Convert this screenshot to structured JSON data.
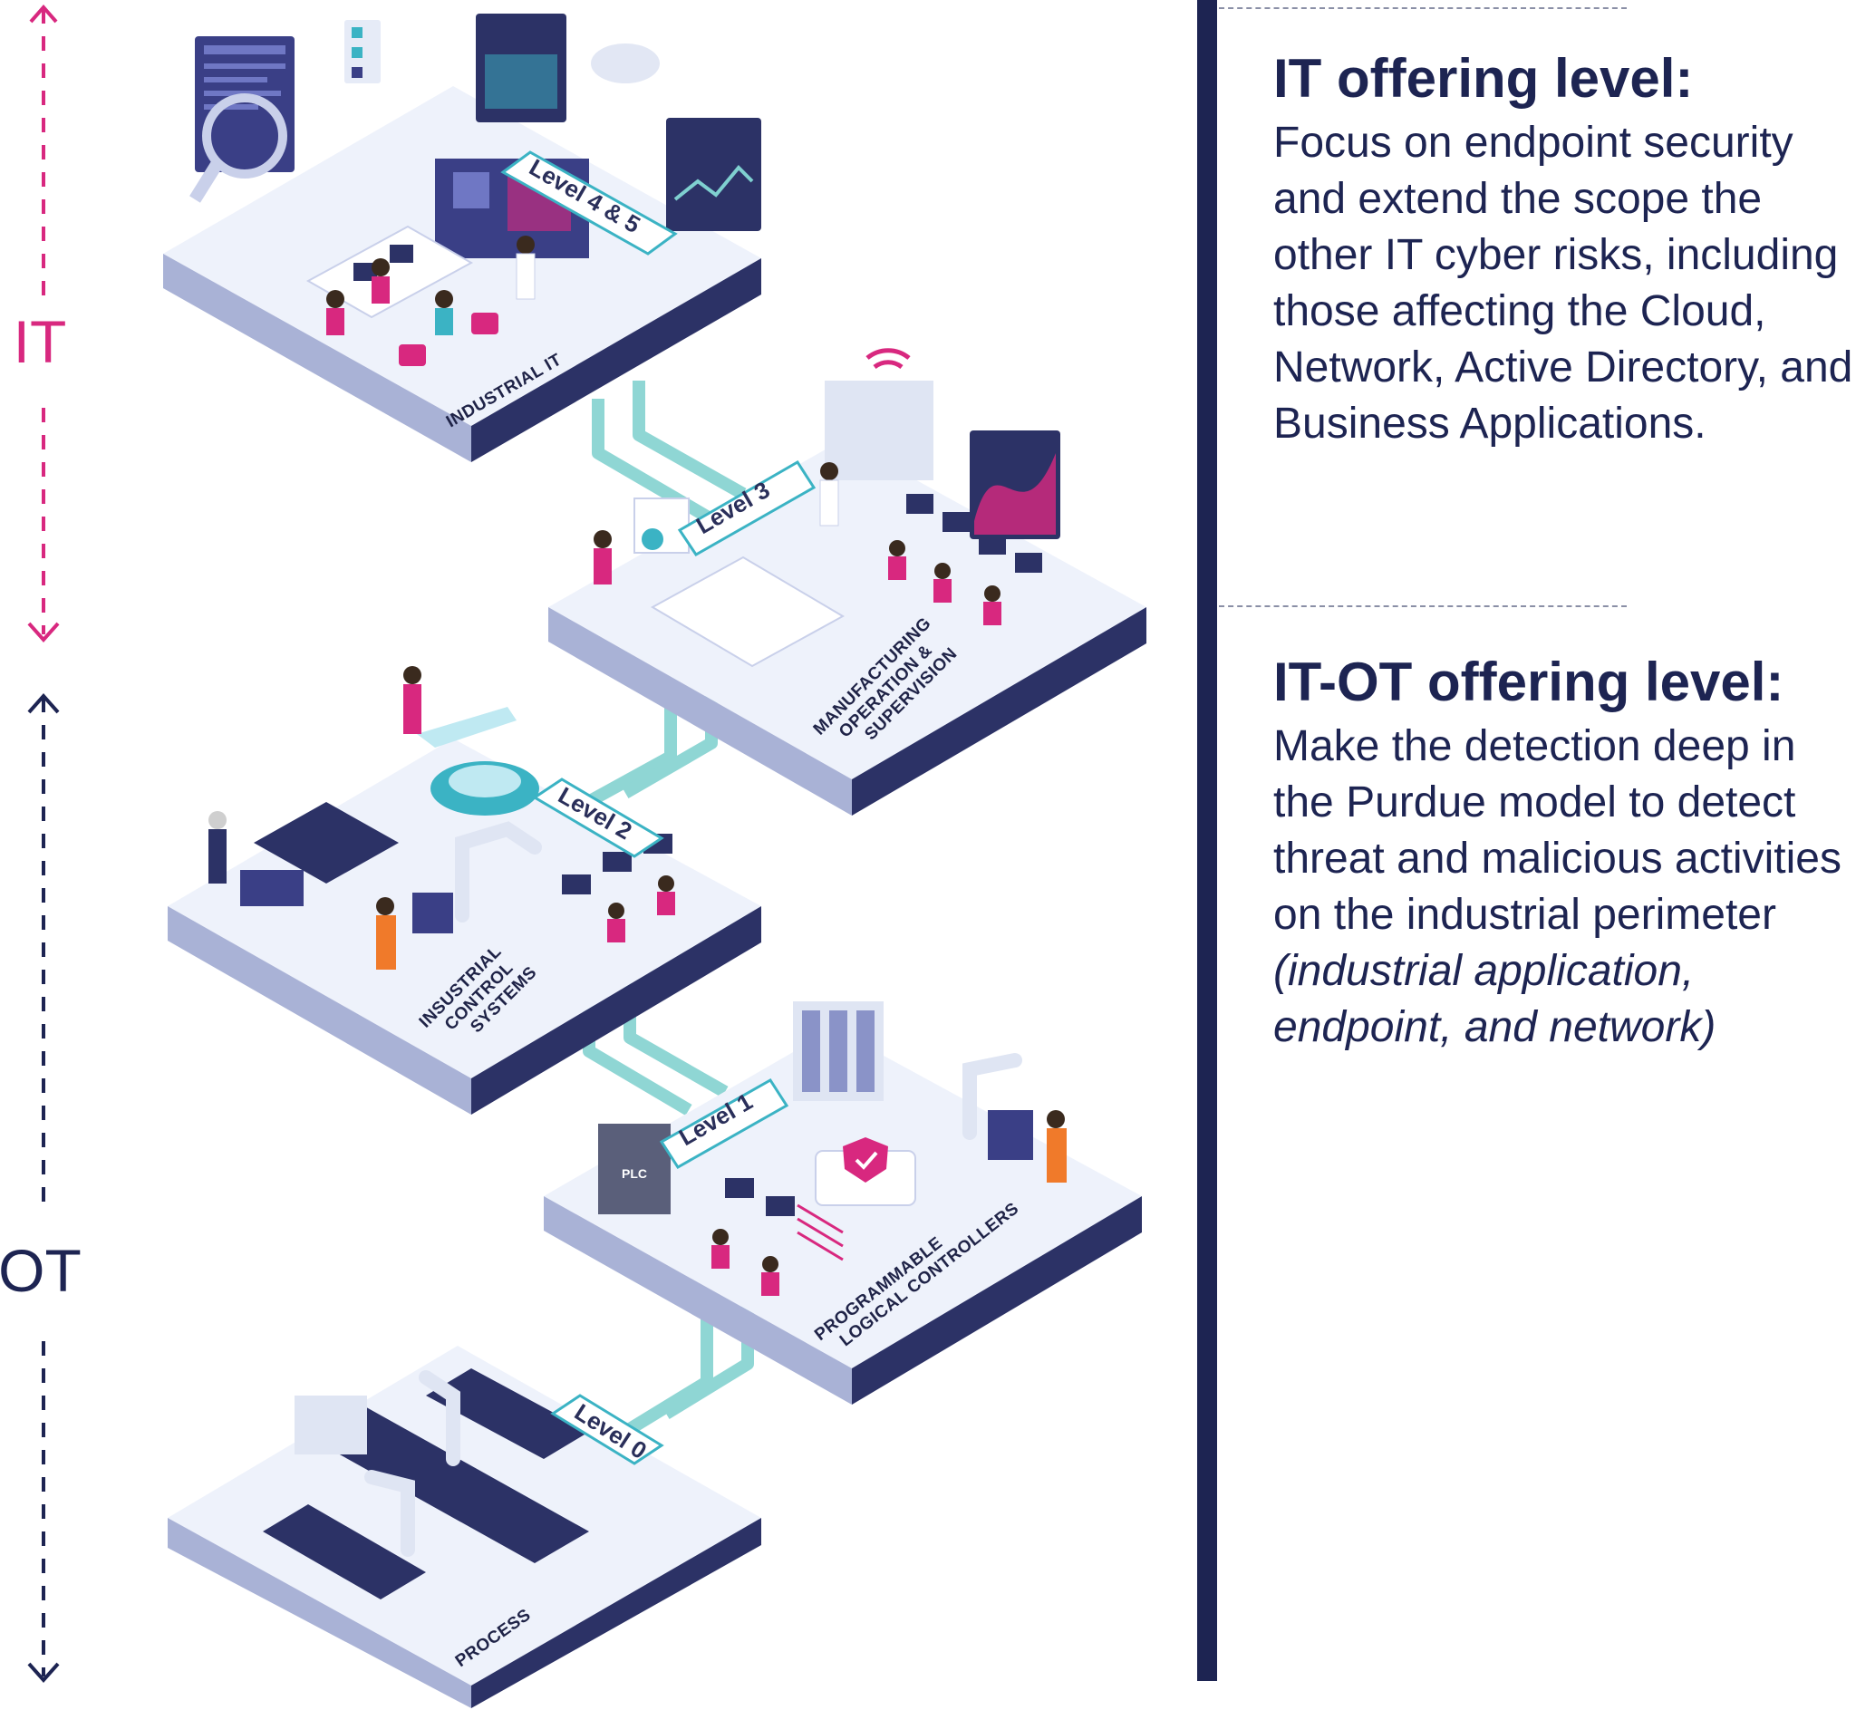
{
  "axis": {
    "it_label": "IT",
    "ot_label": "OT",
    "it_color": "#d8287f",
    "ot_color": "#1d2452"
  },
  "levels": [
    {
      "tag": "Level 4 & 5",
      "name": "INDUSTRIAL IT"
    },
    {
      "tag": "Level 3",
      "name_lines": [
        "MANUFACTURING",
        "OPERATION &",
        "SUPERVISION"
      ]
    },
    {
      "tag": "Level 2",
      "name_lines": [
        "INSUSTRIAL",
        "CONTROL",
        "SYSTEMS"
      ]
    },
    {
      "tag": "Level 1",
      "name_lines": [
        "PROGRAMMABLE",
        "LOGICAL CONTROLLERS"
      ]
    },
    {
      "tag": "Level 0",
      "name": "PROCESS"
    }
  ],
  "device_labels": {
    "plc": "PLC"
  },
  "it_offering": {
    "title": "IT offering level:",
    "body": "Focus on endpoint security and extend the scope the other IT cyber risks, including those affecting the Cloud, Network, Active Directory, and Business Applications."
  },
  "itot_offering": {
    "title": "IT-OT offering level:",
    "body_plain": "Make the detection deep in the Purdue model to detect threat and malicious activities on the industrial perimeter ",
    "body_italic": "(industrial application, endpoint, and network)"
  },
  "colors": {
    "navy": "#1d2452",
    "magenta": "#d8287f",
    "teal": "#7fd0d0",
    "platform_top": "#eef2fb",
    "platform_side": "#2c3266"
  }
}
